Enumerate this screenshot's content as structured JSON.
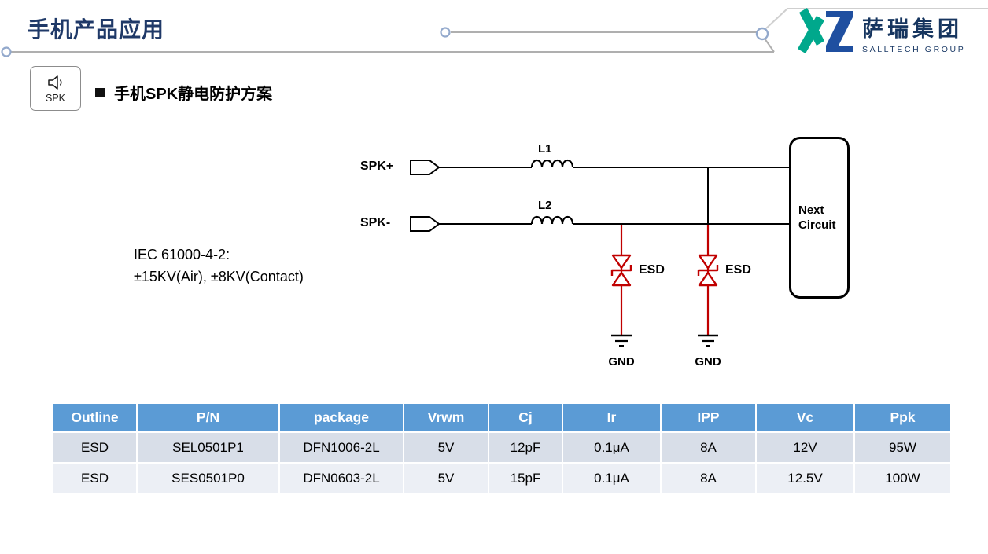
{
  "page": {
    "title": "手机产品应用"
  },
  "logo": {
    "company_cn": "萨瑞集团",
    "company_en": "SALLTECH GROUP"
  },
  "section": {
    "icon_label": "SPK",
    "title": "手机SPK静电防护方案"
  },
  "circuit": {
    "signal_top": "SPK+",
    "signal_bottom": "SPK-",
    "inductor_top": "L1",
    "inductor_bottom": "L2",
    "esd_label_1": "ESD",
    "esd_label_2": "ESD",
    "gnd_label_1": "GND",
    "gnd_label_2": "GND",
    "next_circuit_line1": "Next",
    "next_circuit_line2": "Circuit",
    "standard_line1": "IEC 61000-4-2:",
    "standard_line2": "±15KV(Air), ±8KV(Contact)"
  },
  "table": {
    "headers": [
      "Outline",
      "P/N",
      "package",
      "Vrwm",
      "Cj",
      "Ir",
      "IPP",
      "Vc",
      "Ppk"
    ],
    "rows": [
      {
        "cells": [
          "ESD",
          "SEL0501P1",
          "DFN1006-2L",
          "5V",
          "12pF",
          "0.1μA",
          "8A",
          "12V",
          "95W"
        ]
      },
      {
        "cells": [
          "ESD",
          "SES0501P0",
          "DFN0603-2L",
          "5V",
          "15pF",
          "0.1μA",
          "8A",
          "12.5V",
          "100W"
        ]
      }
    ]
  },
  "colors": {
    "title_navy": "#1F3968",
    "table_header_blue": "#5B9BD5",
    "table_row_odd": "#D8DEE8",
    "table_row_even": "#ECEFF5",
    "esd_red": "#C00000",
    "logo_teal": "#00A88C",
    "logo_blue": "#1F4FA0"
  }
}
